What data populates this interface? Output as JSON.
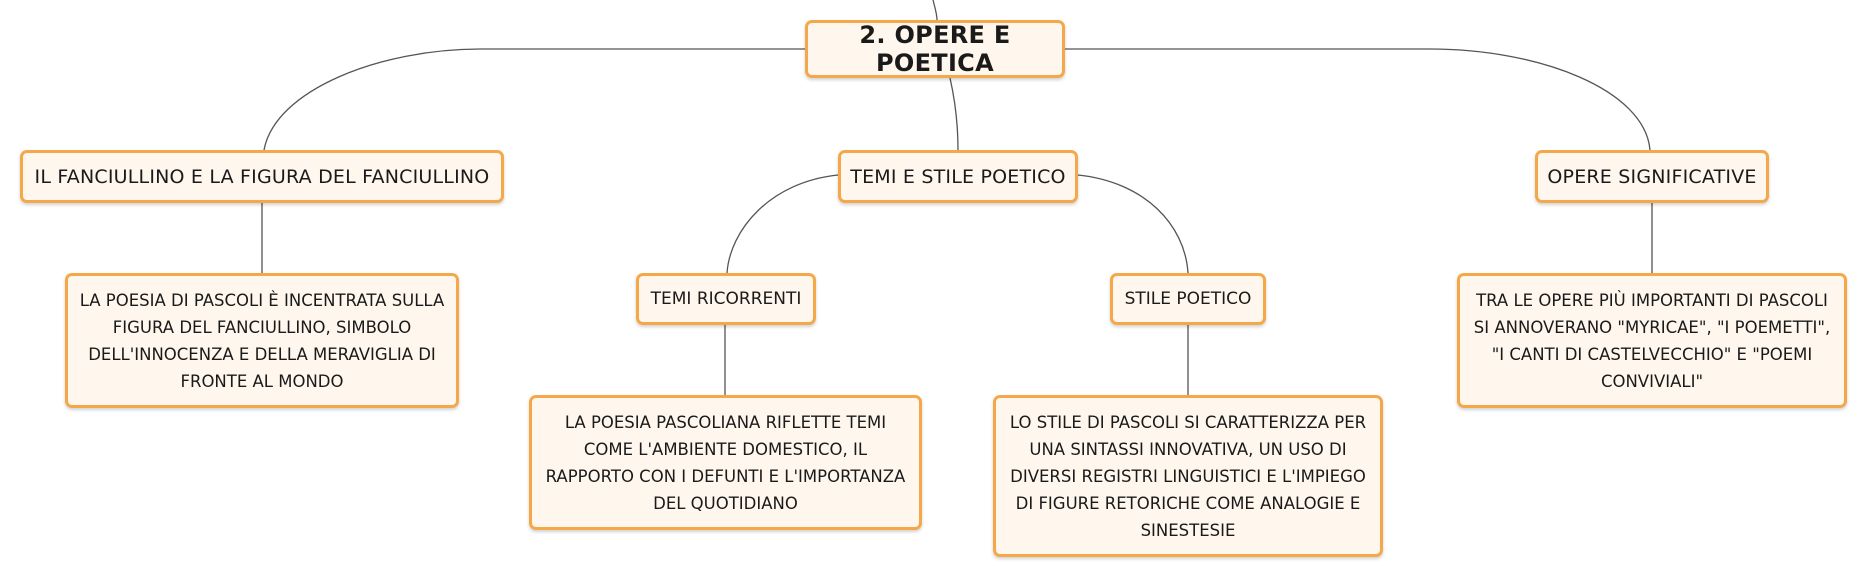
{
  "root": {
    "label": "2. OPERE E POETICA"
  },
  "branches": {
    "fanciullino": {
      "label": "IL FANCIULLINO E LA FIGURA DEL FANCIULLINO",
      "description": "LA POESIA DI PASCOLI È INCENTRATA SULLA FIGURA DEL FANCIULLINO, SIMBOLO DELL'INNOCENZA E DELLA MERAVIGLIA DI FRONTE AL MONDO"
    },
    "temi_stile": {
      "label": "TEMI E STILE POETICO",
      "temi": {
        "label": "TEMI RICORRENTI",
        "description": "LA POESIA PASCOLIANA RIFLETTE TEMI COME L'AMBIENTE DOMESTICO, IL RAPPORTO CON I DEFUNTI E L'IMPORTANZA DEL QUOTIDIANO"
      },
      "stile": {
        "label": "STILE POETICO",
        "description": "LO STILE DI PASCOLI SI CARATTERIZZA PER UNA SINTASSI INNOVATIVA, UN USO DI DIVERSI REGISTRI LINGUISTICI E L'IMPIEGO DI FIGURE RETORICHE COME ANALOGIE E SINESTESIE"
      }
    },
    "opere": {
      "label": "OPERE SIGNIFICATIVE",
      "description": "TRA LE OPERE PIÙ IMPORTANTI DI PASCOLI SI ANNOVERANO \"MYRICAE\", \"I POEMETTI\", \"I CANTI DI CASTELVECCHIO\" E \"POEMI CONVIVIALI\""
    }
  },
  "colors": {
    "node_border": "#f5a84a",
    "node_fill": "#fff6ed",
    "connector": "#555555"
  }
}
